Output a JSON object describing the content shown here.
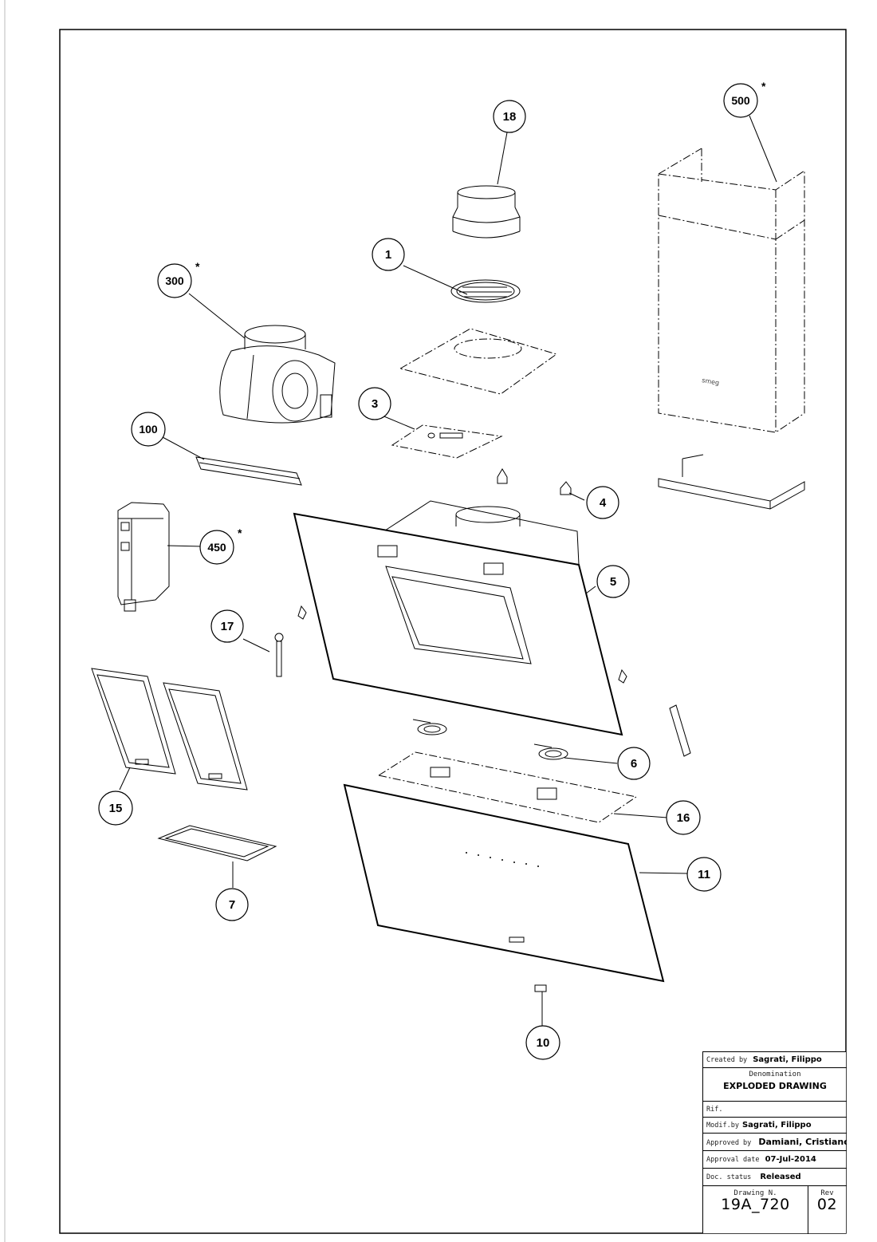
{
  "callouts": [
    {
      "id": "c500",
      "label": "500",
      "star": true
    },
    {
      "id": "c18",
      "label": "18",
      "star": false
    },
    {
      "id": "c1",
      "label": "1",
      "star": false
    },
    {
      "id": "c300",
      "label": "300",
      "star": true
    },
    {
      "id": "c3",
      "label": "3",
      "star": false
    },
    {
      "id": "c100",
      "label": "100",
      "star": false
    },
    {
      "id": "c4",
      "label": "4",
      "star": false
    },
    {
      "id": "c450",
      "label": "450",
      "star": true
    },
    {
      "id": "c5",
      "label": "5",
      "star": false
    },
    {
      "id": "c17",
      "label": "17",
      "star": false
    },
    {
      "id": "c6",
      "label": "6",
      "star": false
    },
    {
      "id": "c15",
      "label": "15",
      "star": false
    },
    {
      "id": "c16",
      "label": "16",
      "star": false
    },
    {
      "id": "c11",
      "label": "11",
      "star": false
    },
    {
      "id": "c7",
      "label": "7",
      "star": false
    },
    {
      "id": "c10",
      "label": "10",
      "star": false
    }
  ],
  "star_symbol": "*",
  "brand_mark": "smeg",
  "title_block": {
    "created_label": "Created by",
    "created_value": "Sagrati, Filippo",
    "denomination_label": "Denomination",
    "denomination_value": "EXPLODED DRAWING",
    "rif_label": "Rif.",
    "modif_label": "Modif.by",
    "modif_value": "Sagrati, Filippo",
    "approved_label": "Approved by",
    "approved_value": "Damiani, Cristiano",
    "approval_date_label": "Approval date",
    "approval_date_value": "07-Jul-2014",
    "doc_status_label": "Doc. status",
    "doc_status_value": "Released",
    "drawing_n_label": "Drawing N.",
    "drawing_n_value": "19A_720",
    "rev_label": "Rev",
    "rev_value": "02"
  }
}
